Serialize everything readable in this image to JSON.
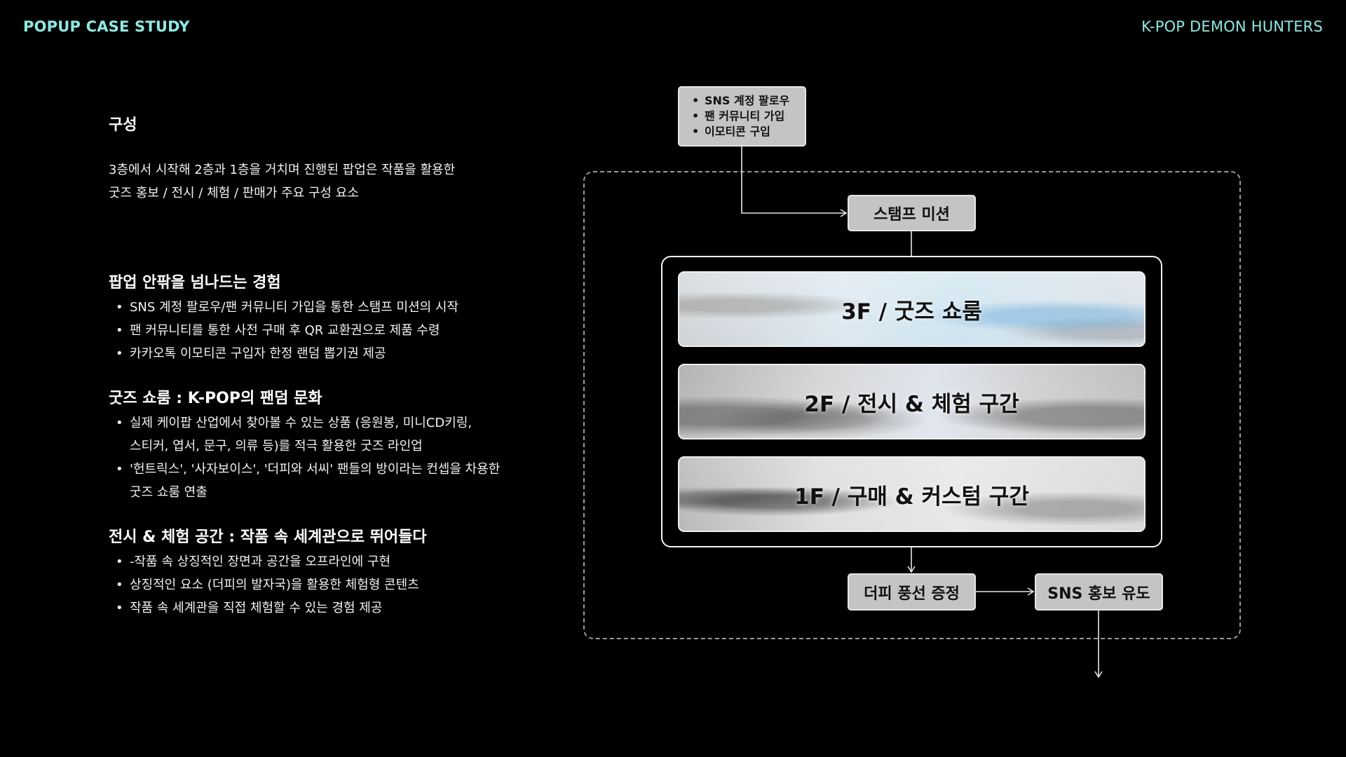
{
  "header": {
    "left": "POPUP CASE STUDY",
    "right": "K-POP DEMON HUNTERS"
  },
  "left": {
    "title": "구성",
    "intro": [
      "3층에서 시작해 2층과 1층을 거치며 진행된 팝업은 작품을 활용한",
      "굿즈 홍보 / 전시 / 체험 / 판매가 주요 구성 요소"
    ],
    "sections": [
      {
        "heading": "팝업 안팎을 넘나드는 경험",
        "items": [
          "SNS 계정 팔로우/팬 커뮤니티 가입을 통한 스탬프 미션의 시작",
          "팬 커뮤니티를 통한 사전 구매 후 QR 교환권으로 제품 수령",
          "카카오톡 이모티콘 구입자 한정 랜덤 뽑기권 제공"
        ]
      },
      {
        "heading": "굿즈 쇼룸 : K-POP의 팬덤 문화",
        "items": [
          "실제 케이팝 산업에서 찾아볼 수 있는 상품 (응원봉, 미니CD키링,",
          "스티커, 엽서, 문구, 의류 등)를 적극 활용한 굿즈 라인업",
          "'헌트릭스', '사자보이스', '더피와 서씨' 팬들의 방이라는 컨셉을 차용한",
          "굿즈 쇼룸 연출"
        ]
      },
      {
        "heading": "전시 & 체험 공간 : 작품 속 세계관으로 뛰어들다",
        "items": [
          "-작품 속 상징적인 장면과 공간을 오프라인에 구현",
          "상징적인 요소 (더피의 발자국)을 활용한 체험형 콘텐츠",
          "작품 속 세계관을 직접 체험할 수 있는 경험 제공"
        ]
      }
    ]
  },
  "diagram": {
    "prereq": [
      "SNS 계정 팔로우",
      "팬 커뮤니티 가입",
      "이모티콘 구입"
    ],
    "stamp": "스탬프 미션",
    "floors": [
      "3F / 굿즈 쇼룸",
      "2F / 전시 & 체험 구간",
      "1F / 구매 & 커스텀 구간"
    ],
    "gift": "더피 풍선 증정",
    "sns": "SNS 홍보 유도"
  }
}
